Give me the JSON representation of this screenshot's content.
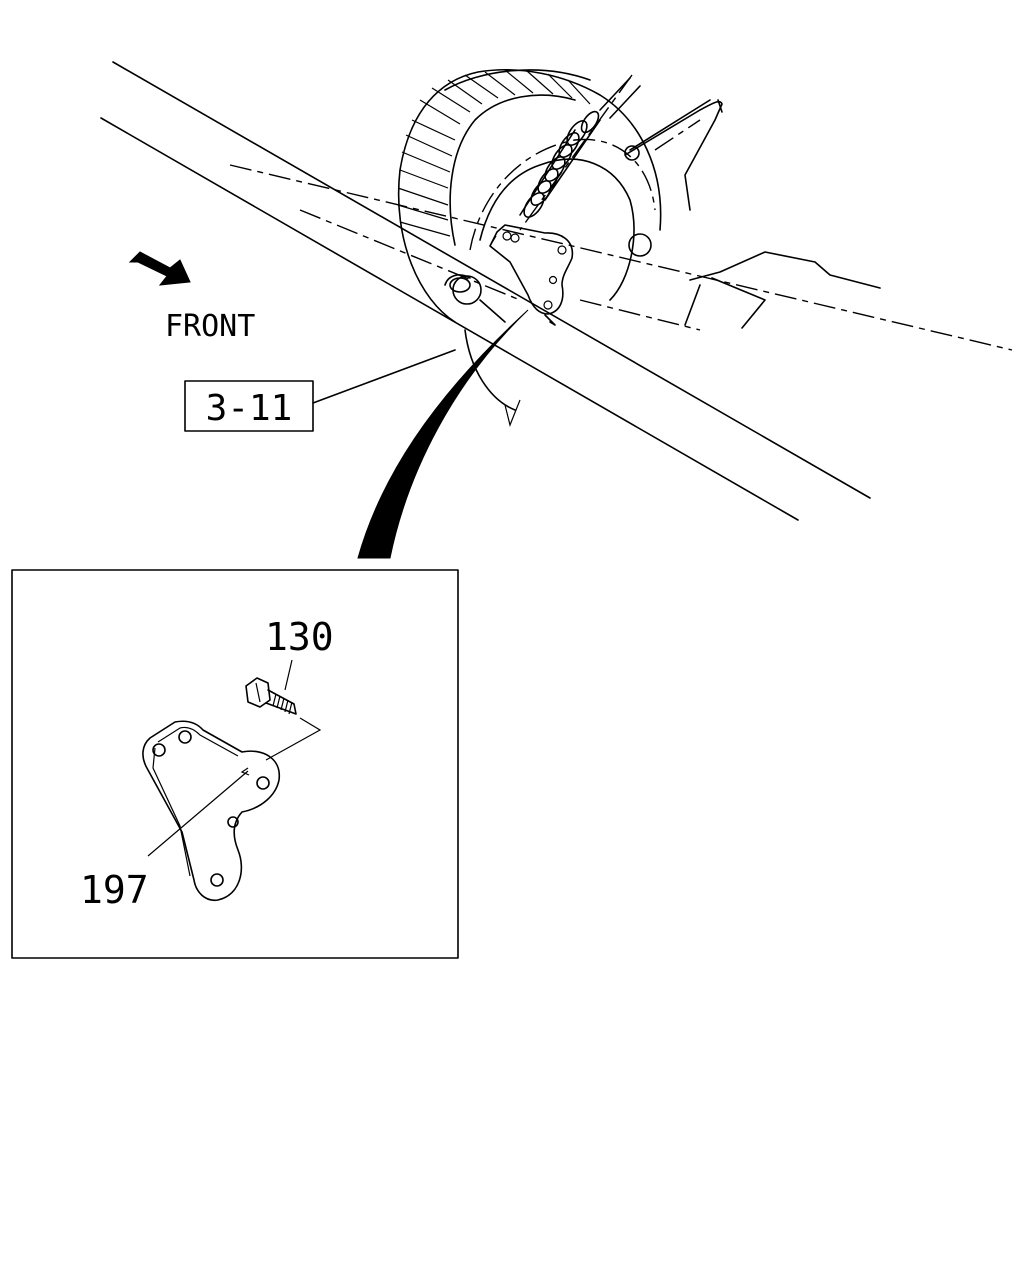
{
  "labels": {
    "front": "FRONT",
    "ref_box": "3-11",
    "part_bolt": "130",
    "part_bracket": "197"
  },
  "colors": {
    "ink": "#000000",
    "paper": "#ffffff"
  }
}
